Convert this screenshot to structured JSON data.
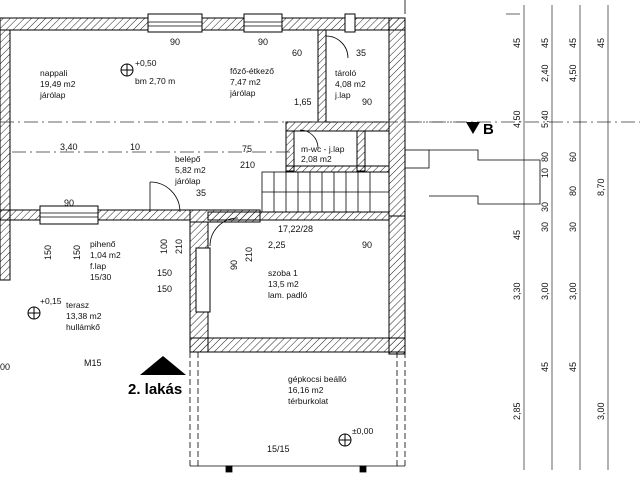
{
  "rooms": [
    {
      "id": "nappali",
      "lines": [
        "nappali",
        "19,49 m2",
        "járólap"
      ]
    },
    {
      "id": "fozo",
      "lines": [
        "főző-étkező",
        "7,47 m2",
        "járólap"
      ]
    },
    {
      "id": "tarolo",
      "lines": [
        "tároló",
        "4,08 m2",
        "j.lap"
      ]
    },
    {
      "id": "belepo",
      "lines": [
        "belépő",
        "5,82 m2",
        "járólap"
      ]
    },
    {
      "id": "mwc",
      "lines": [
        "m-wc - j.lap",
        "2,08 m2"
      ]
    },
    {
      "id": "piheno",
      "lines": [
        "pihenő",
        "1,04 m2",
        "f.lap",
        "15/30"
      ]
    },
    {
      "id": "terasz",
      "lines": [
        "terasz",
        "13,38 m2",
        "hullámkő"
      ]
    },
    {
      "id": "szoba",
      "lines": [
        "szoba 1",
        "13,5 m2",
        "lam. padló"
      ]
    },
    {
      "id": "gepkocsi",
      "lines": [
        "gépkocsi beálló",
        "16,16 m2",
        "térburkolat"
      ]
    }
  ],
  "levels": {
    "nappali_level": "+0,50",
    "bm": "bm 2,70 m",
    "terasz_level": "+0,15",
    "gepkocsi_level": "±0,00"
  },
  "dims": {
    "d90a": "90",
    "d90b": "90",
    "d60": "60",
    "d35": "35",
    "d165": "1,65",
    "d90c": "90",
    "d340": "3,40",
    "d10": "10",
    "d75": "75",
    "d210a": "210",
    "d35b": "35",
    "d90d": "90",
    "d150a": "150",
    "d150b": "150",
    "d100": "100",
    "d210b": "210",
    "d90e": "90",
    "d210c": "210",
    "d150c": "150",
    "d150d": "150",
    "d1722": "17,22/28",
    "d225": "2,25",
    "d90f": "90",
    "d00": "00",
    "d1515": "15/15",
    "r45a": "45",
    "r240": "2,40",
    "r45b": "45",
    "r540": "5,40",
    "r450a": "4,50",
    "r450b": "4,50",
    "r80": "80",
    "r60": "60",
    "r10": "10",
    "r80b": "80",
    "r870": "8,70",
    "r45c": "45",
    "r30a": "30",
    "r30b": "30",
    "r30c": "30",
    "r45d": "45",
    "r330": "3,30",
    "r300a": "3,00",
    "r300b": "3,00",
    "r45e": "45",
    "r45f": "45",
    "r45g": "45",
    "r285": "2,85",
    "r300c": "3,00"
  },
  "labels": {
    "section_b": "B",
    "apartment": "2. lakás",
    "m15": "M15"
  }
}
